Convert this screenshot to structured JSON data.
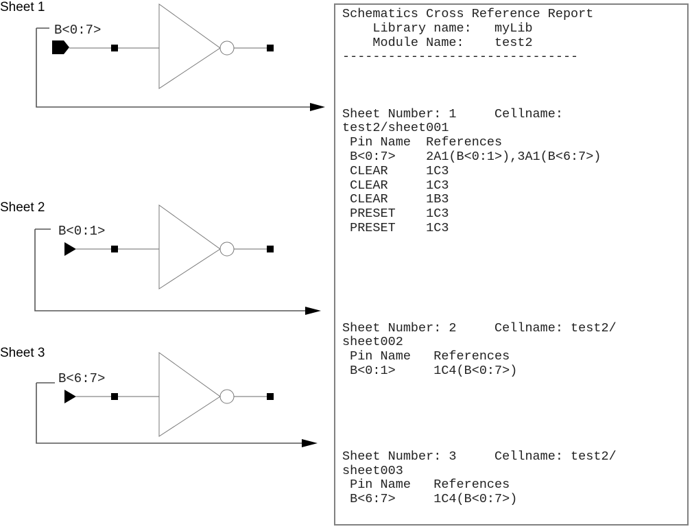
{
  "sheets": [
    {
      "label": "Sheet 1",
      "bus": "B<0:7>",
      "port_type": "bidirectional"
    },
    {
      "label": "Sheet 2",
      "bus": "B<0:1>",
      "port_type": "input"
    },
    {
      "label": "Sheet 3",
      "bus": "B<6:7>",
      "port_type": "input"
    }
  ],
  "report": {
    "title": "Schematics Cross Reference Report",
    "library_line": "    Library name:   myLib",
    "module_line": "    Module Name:    test2",
    "separator": "-------------------------------",
    "sections": [
      {
        "header": "Sheet Number: 1     Cellname:",
        "cell": "test2/sheet001",
        "columns": " Pin Name  References",
        "rows": [
          " B<0:7>    2A1(B<0:1>),3A1(B<6:7>)",
          " CLEAR     1C3",
          " CLEAR     1C3",
          " CLEAR     1B3",
          " PRESET    1C3",
          " PRESET    1C3"
        ]
      },
      {
        "header": "Sheet Number: 2     Cellname: test2/",
        "cell": "sheet002",
        "columns": " Pin Name   References",
        "rows": [
          " B<0:1>     1C4(B<0:7>)"
        ]
      },
      {
        "header": "Sheet Number: 3     Cellname: test2/",
        "cell": "sheet003",
        "columns": " Pin Name   References",
        "rows": [
          " B<6:7>     1C4(B<0:7>)"
        ]
      }
    ]
  }
}
